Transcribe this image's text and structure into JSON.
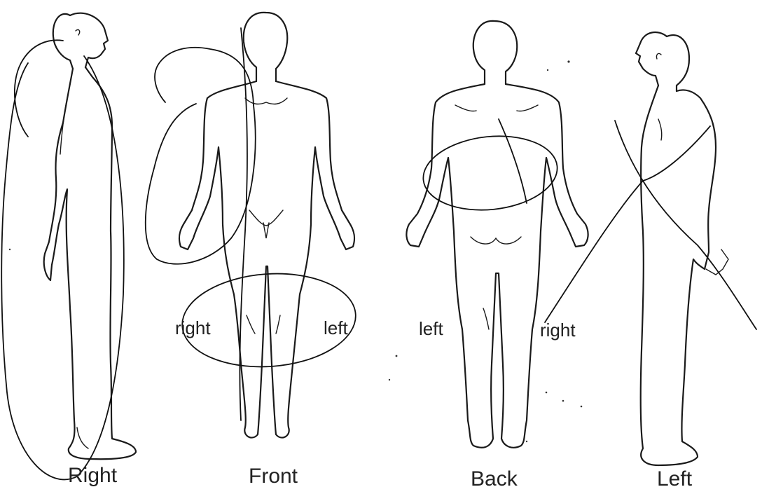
{
  "views": {
    "right": {
      "caption": "Right"
    },
    "front": {
      "caption": "Front",
      "side_right": "right",
      "side_left": "left"
    },
    "back": {
      "caption": "Back",
      "side_left": "left",
      "side_right": "right"
    },
    "left": {
      "caption": "Left"
    }
  },
  "colors": {
    "ink": "#1a1a1a",
    "background": "#ffffff"
  }
}
